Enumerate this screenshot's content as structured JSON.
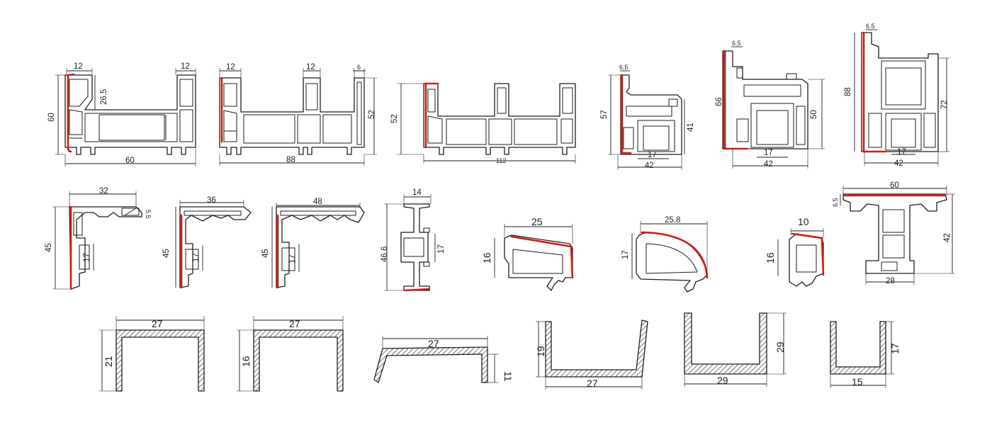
{
  "colors": {
    "line": "#1e1e1e",
    "gasket": "#d11a12",
    "background": "#ffffff"
  },
  "profiles": [
    {
      "id": "p1",
      "dims": [
        "12",
        "12",
        "26.5",
        "60",
        "60"
      ]
    },
    {
      "id": "p2",
      "dims": [
        "12",
        "12",
        "6",
        "52",
        "88"
      ]
    },
    {
      "id": "p3",
      "dims": [
        "52",
        "112"
      ]
    },
    {
      "id": "p4",
      "dims": [
        "6.5",
        "57",
        "41",
        "17",
        "42"
      ]
    },
    {
      "id": "p5",
      "dims": [
        "6.5",
        "66",
        "50",
        "17",
        "42"
      ]
    },
    {
      "id": "p6",
      "dims": [
        "6.5",
        "88",
        "72",
        "17",
        "42"
      ]
    },
    {
      "id": "p7",
      "dims": [
        "32",
        "5.5",
        "45",
        "17"
      ]
    },
    {
      "id": "p8",
      "dims": [
        "36",
        "45",
        "17"
      ]
    },
    {
      "id": "p9",
      "dims": [
        "48",
        "45",
        "17"
      ]
    },
    {
      "id": "p10",
      "dims": [
        "14",
        "46.6",
        "17"
      ]
    },
    {
      "id": "p11",
      "dims": [
        "25",
        "16"
      ]
    },
    {
      "id": "p12",
      "dims": [
        "25.8",
        "17"
      ]
    },
    {
      "id": "p13",
      "dims": [
        "10",
        "16"
      ]
    },
    {
      "id": "p14",
      "dims": [
        "60",
        "6.5",
        "42",
        "28"
      ]
    },
    {
      "id": "p15",
      "dims": [
        "27",
        "21"
      ]
    },
    {
      "id": "p16",
      "dims": [
        "27",
        "16"
      ]
    },
    {
      "id": "p17",
      "dims": [
        "27",
        "11"
      ]
    },
    {
      "id": "p18",
      "dims": [
        "19",
        "27"
      ]
    },
    {
      "id": "p19",
      "dims": [
        "29",
        "29"
      ]
    },
    {
      "id": "p20",
      "dims": [
        "17",
        "15"
      ]
    }
  ]
}
